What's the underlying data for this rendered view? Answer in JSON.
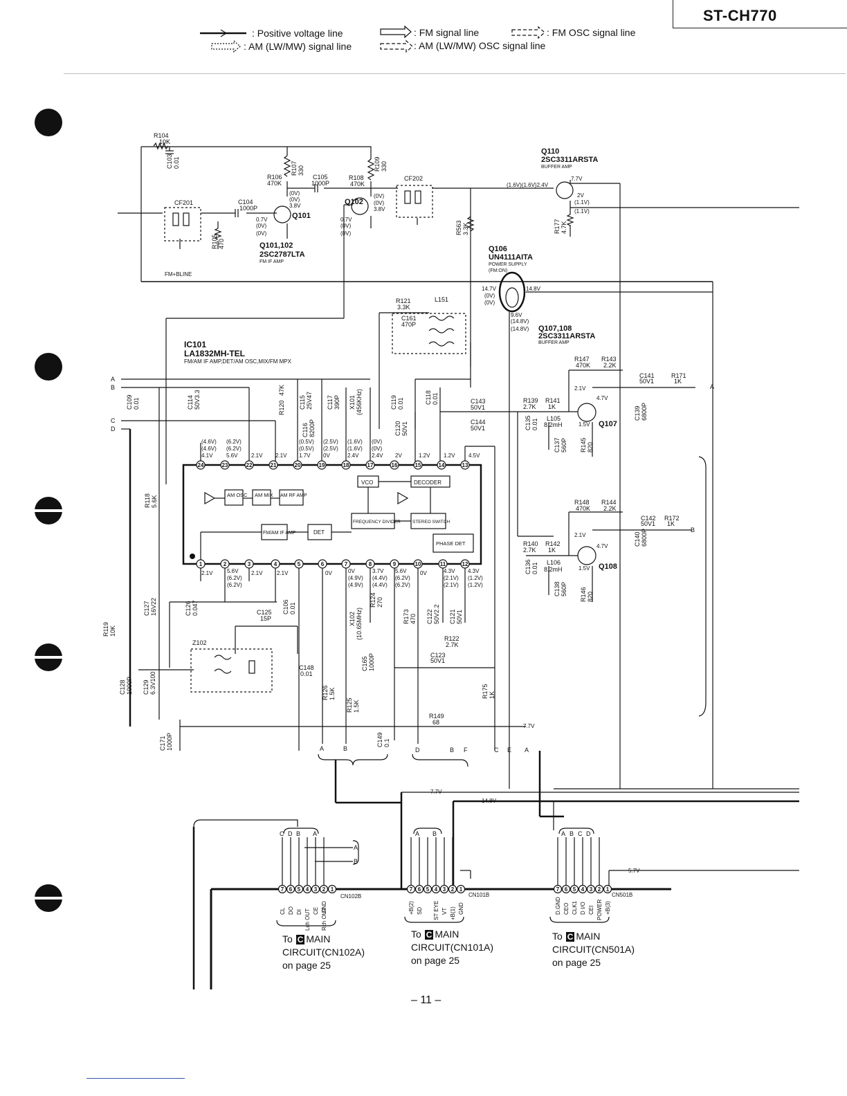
{
  "header": {
    "model": "ST-CH770"
  },
  "legend": {
    "positive": ": Positive voltage line",
    "fm": ": FM signal line",
    "fm_osc": ": FM OSC signal line",
    "am": ": AM (LW/MW) signal line",
    "am_osc": ": AM (LW/MW) OSC signal line"
  },
  "components": {
    "r104": [
      "R104",
      "10K"
    ],
    "c103": [
      "C103",
      "0.01"
    ],
    "q110": [
      "Q110",
      "2SC3311ARSTA",
      "BUFFER AMP"
    ],
    "r106": [
      "R106",
      "470K"
    ],
    "r107": [
      "R107",
      "330"
    ],
    "c105": [
      "C105",
      "1000P"
    ],
    "r108": [
      "R108",
      "470K"
    ],
    "r109": [
      "R109",
      "330"
    ],
    "cf202": "CF202",
    "cf201": "CF201",
    "c104": [
      "C104",
      "1000P"
    ],
    "q101": "Q101",
    "q102": "Q102",
    "r105": [
      "R105",
      "470"
    ],
    "r563": [
      "R563",
      "3.3K"
    ],
    "r177": [
      "R177",
      "4.7K"
    ],
    "q101_102": [
      "Q101,102",
      "2SC2787LTA",
      "FM IF AMP"
    ],
    "q106": [
      "Q106",
      "UN4111AITA",
      "POWER SUPPLY",
      "(FM:ON)"
    ],
    "fm_b_line": "FM+BLINE",
    "r121": [
      "R121",
      "3.3K"
    ],
    "c161": [
      "C161",
      "470P"
    ],
    "l151": "L151",
    "q107_108": [
      "Q107,108",
      "2SC3311ARSTA",
      "BUFFER AMP"
    ],
    "ic101": [
      "IC101",
      "LA1832MH-TEL",
      "FM/AM IF AMP,DET/AM OSC,MIX/FM MPX"
    ],
    "r147": [
      "R147",
      "470K"
    ],
    "r143": [
      "R143",
      "2.2K"
    ],
    "c141": [
      "C141",
      "50V1"
    ],
    "r171": [
      "R171",
      "1K"
    ],
    "c139": [
      "C139",
      "6800P"
    ],
    "q107": "Q107",
    "q108": "Q108",
    "r139": [
      "R139",
      "2.7K"
    ],
    "r141": [
      "R141",
      "1K"
    ],
    "c135": [
      "C135",
      "0.01"
    ],
    "l105": [
      "L105",
      "8.2mH"
    ],
    "c137": [
      "C137",
      "560P"
    ],
    "r145": [
      "R145",
      "820"
    ],
    "r148": [
      "R148",
      "470K"
    ],
    "r144": [
      "R144",
      "2.2K"
    ],
    "c142": [
      "C142",
      "50V1"
    ],
    "r172": [
      "R172",
      "1K"
    ],
    "c140": [
      "C140",
      "6800P"
    ],
    "r140": [
      "R140",
      "2.7K"
    ],
    "r142": [
      "R142",
      "1K"
    ],
    "c136": [
      "C136",
      "0.01"
    ],
    "l106": [
      "L106",
      "8.2mH"
    ],
    "c138": [
      "C138",
      "560P"
    ],
    "r146": [
      "R146",
      "820"
    ],
    "c109": [
      "C109",
      "0.01"
    ],
    "c114": [
      "C114",
      "50V3.3"
    ],
    "r120": [
      "R120",
      "47K"
    ],
    "c115": [
      "C115",
      "25V47"
    ],
    "c116": [
      "C116",
      "8200P"
    ],
    "c117": [
      "C117",
      "390P"
    ],
    "x101": [
      "X101",
      "(456KHz)"
    ],
    "c119": [
      "C119",
      "0.01"
    ],
    "c118": [
      "C118",
      "0.01"
    ],
    "c120": [
      "C120",
      "50V1"
    ],
    "c143": [
      "C143",
      "50V1"
    ],
    "c144": [
      "C144",
      "50V1"
    ],
    "r118": [
      "R118",
      "5.6K"
    ],
    "blocks": [
      "AM OSC",
      "AM MIX",
      "AM RF AMP",
      "VCO",
      "DECODER",
      "FREQUENCY DIVIDER",
      "STEREO SWITCH",
      "FM/AM IF AMP",
      "DET",
      "PHASE DET"
    ],
    "c127": [
      "C127",
      "16V22"
    ],
    "c126": [
      "C126",
      "0.047"
    ],
    "c125": [
      "C125",
      "15P"
    ],
    "c106": [
      "C106",
      "0.01"
    ],
    "r124": [
      "R124",
      "270"
    ],
    "x102": [
      "X102",
      "(10.65MHz)"
    ],
    "r173": [
      "R173",
      "470"
    ],
    "c122": [
      "C122",
      "50V2.2"
    ],
    "c121": [
      "C121",
      "50V1"
    ],
    "r122": [
      "R122",
      "2.7K"
    ],
    "r119": [
      "R119",
      "10K"
    ],
    "z102": "Z102",
    "c123": [
      "C123",
      "50V1"
    ],
    "c165": [
      "C165",
      "1000P"
    ],
    "c148": [
      "C148",
      "0.01"
    ],
    "r126": [
      "R126",
      "1.5K"
    ],
    "r125": [
      "R125",
      "1.5K"
    ],
    "r175": [
      "R175",
      "1K"
    ],
    "c128": [
      "C128",
      "1000P"
    ],
    "c129": [
      "C129",
      "6.3V100"
    ],
    "r149": [
      "R149",
      "68"
    ],
    "c171": [
      "C171",
      "1000P"
    ],
    "c149": [
      "C149",
      "0.1"
    ]
  },
  "ic_top_pins": [
    "24",
    "23",
    "22",
    "21",
    "20",
    "19",
    "18",
    "17",
    "16",
    "15",
    "14",
    "13"
  ],
  "ic_bottom_pins": [
    "1",
    "2",
    "3",
    "4",
    "5",
    "6",
    "7",
    "8",
    "9",
    "10",
    "11",
    "12"
  ],
  "voltages": {
    "q110_base": "(1.6V)(1.6V)2.4V",
    "q110_c": "7.7V",
    "q110_e": [
      "2V",
      "(1.1V)",
      "(1.1V)"
    ],
    "q101": [
      "(0V)",
      "(0V)",
      "3.8V",
      "0.7V",
      "(0V)",
      "(0V)"
    ],
    "q102": [
      "(0V)",
      "(0V)",
      "3.8V",
      "0.7V",
      "(0V)",
      "(0V)"
    ],
    "q106": [
      "14.7V",
      "(0V)",
      "(0V)",
      "14.8V",
      "9.6V",
      "(14.8V)",
      "(14.8V)"
    ],
    "q107": [
      "2.1V",
      "4.7V",
      "1.5V"
    ],
    "q108": [
      "2.1V",
      "4.7V",
      "1.5V"
    ],
    "ic_top": [
      "(4.6V)",
      "(4.6V)",
      "4.1V",
      "(6.2V)",
      "(6.2V)",
      "5.6V",
      "2.1V",
      "2.1V",
      "(0.5V)",
      "(0.5V)",
      "1.7V",
      "(2.5V)",
      "(2.5V)",
      "0V",
      "(1.6V)",
      "(1.6V)",
      "2.4V",
      "(0V)",
      "(0V)",
      "2.4V",
      "2V",
      "1.2V",
      "1.2V",
      "4.5V"
    ],
    "ic_bottom": [
      "2.1V",
      "5.6V",
      "(6.2V)",
      "(6.2V)",
      "2.1V",
      "2.1V",
      "0V",
      "0V",
      "(4.9V)",
      "(4.9V)",
      "3.7V",
      "(4.4V)",
      "(4.4V)",
      "5.6V",
      "(6.2V)",
      "(6.2V)",
      "0V",
      "4.3V",
      "(2.1V)",
      "(2.1V)",
      "4.3V",
      "(1.2V)",
      "(1.2V)"
    ],
    "rail_77": "7.7V",
    "rail_148": "14.8V",
    "rail_57": "5.7V"
  },
  "signal_labels": [
    "A",
    "B",
    "C",
    "D",
    "E",
    "F"
  ],
  "connectors": {
    "cn102b": {
      "name": "CN102B",
      "groups": [
        "C",
        "D",
        "B",
        "A"
      ],
      "pins": [
        "7",
        "6",
        "5",
        "4",
        "3",
        "2",
        "1"
      ],
      "signals": [
        "CL",
        "DO",
        "DI",
        "CE",
        "Lch OUT",
        "GND",
        "Rch OUT"
      ],
      "to": [
        "To",
        "C",
        "MAIN",
        "CIRCUIT(CN102A)",
        "on page 25"
      ]
    },
    "cn101b": {
      "name": "CN101B",
      "groups": [
        "A",
        "B"
      ],
      "pins": [
        "7",
        "6",
        "5",
        "4",
        "3",
        "2",
        "1"
      ],
      "signals": [
        "+B(2)",
        "SD",
        "ST EYE",
        "VT",
        "+B(1)",
        "GND"
      ],
      "to": [
        "To",
        "C",
        "MAIN",
        "CIRCUIT(CN101A)",
        "on page 25"
      ]
    },
    "cn501b": {
      "name": "CN501B",
      "groups": [
        "A",
        "B",
        "C",
        "D"
      ],
      "pins": [
        "7",
        "6",
        "5",
        "4",
        "3",
        "2",
        "1"
      ],
      "signals": [
        "D.GND",
        "CEO",
        "CLK1",
        "D I/O",
        "CEI",
        "POWER",
        "+B(3)"
      ],
      "to": [
        "To",
        "C",
        "MAIN",
        "CIRCUIT(CN501A)",
        "on page 25"
      ]
    }
  },
  "footer": {
    "page": "– 11 –"
  }
}
